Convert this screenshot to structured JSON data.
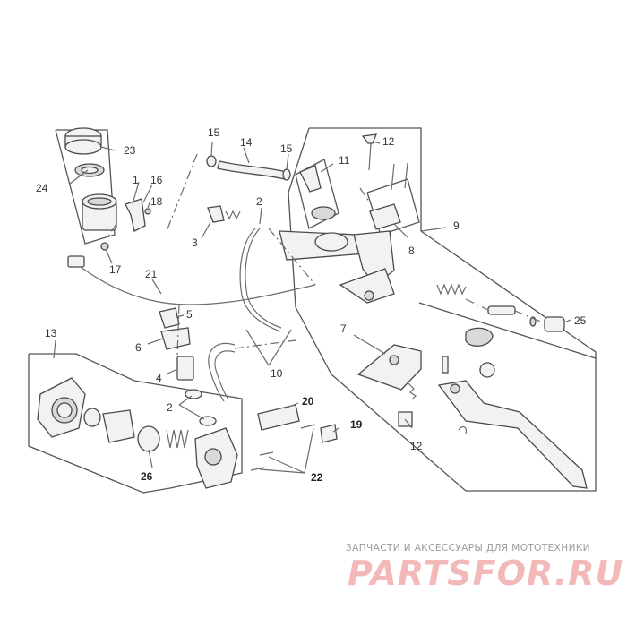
{
  "labels": {
    "l1": "1",
    "l2a": "2",
    "l2b": "2",
    "l3": "3",
    "l4": "4",
    "l5": "5",
    "l6": "6",
    "l7": "7",
    "l8": "8",
    "l9": "9",
    "l10": "10",
    "l11": "11",
    "l12a": "12",
    "l12b": "12",
    "l13": "13",
    "l14": "14",
    "l15a": "15",
    "l15b": "15",
    "l16": "16",
    "l17": "17",
    "l18": "18",
    "l19": "19",
    "l20": "20",
    "l21": "21",
    "l22": "22",
    "l23": "23",
    "l24": "24",
    "l25": "25",
    "l26": "26"
  },
  "watermark": {
    "tagline": "ЗАПЧАСТИ И АКСЕССУАРЫ ДЛЯ МОТОТЕХНИКИ",
    "logo": "PARTSFOR.RU"
  },
  "colors": {
    "line": "#4a4a4a",
    "watermark": "#f3b9b9"
  }
}
